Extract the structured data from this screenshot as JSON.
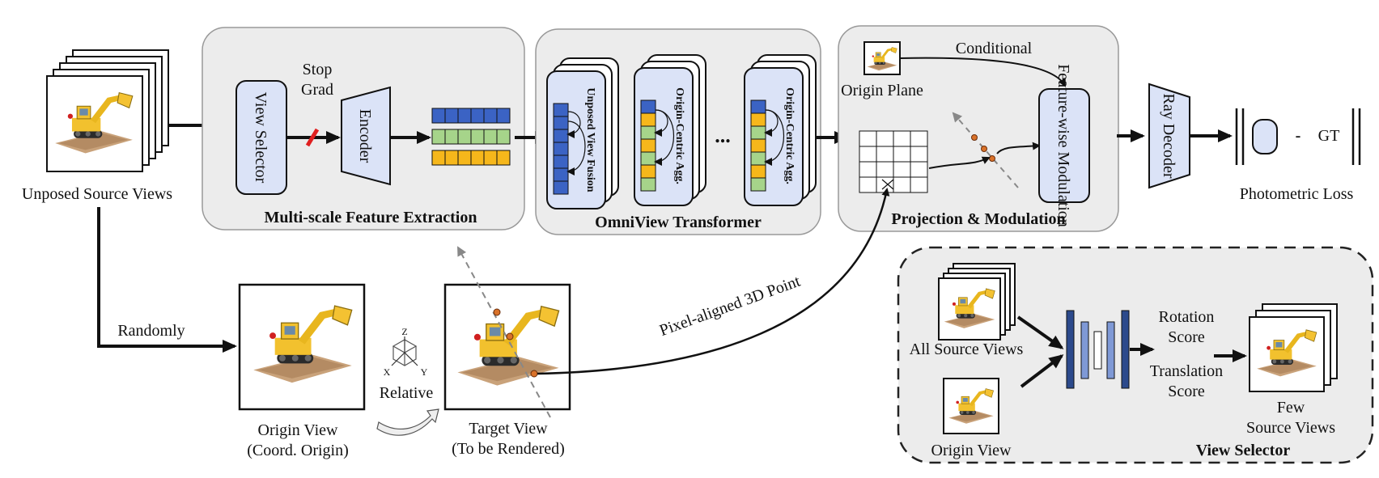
{
  "source": {
    "label": "Unposed Source Views",
    "randomly": "Randomly"
  },
  "mfe": {
    "title": "Multi-scale Feature Extraction",
    "view_selector": "View Selector",
    "stop_grad": [
      "Stop",
      "Grad"
    ],
    "encoder": "Encoder"
  },
  "omni": {
    "title": "OmniView Transformer",
    "block1": "Unposed View Fusion",
    "block2": "Origin-Centric Agg.",
    "block3": "Origin-Centric Agg.",
    "ellipsis": "..."
  },
  "proj": {
    "title": "Projection & Modulation",
    "origin_plane": "Origin Plane",
    "conditional": "Conditional",
    "modulation": "Feature-wise Modulation"
  },
  "decoder": {
    "label": "Ray Decoder",
    "gt": "GT",
    "dash": "-",
    "loss": "Photometric Loss"
  },
  "origin_view": {
    "line1": "Origin View",
    "line2": "(Coord. Origin)"
  },
  "relative": {
    "label": "Relative",
    "axis_z": "Z",
    "axis_x": "X",
    "axis_y": "Y"
  },
  "target_view": {
    "line1": "Target View",
    "line2": "(To be Rendered)"
  },
  "pixel_point": "Pixel-aligned 3D Point",
  "view_selector_panel": {
    "title": "View Selector",
    "all_sources": "All Source Views",
    "origin_view": "Origin View",
    "rotation": [
      "Rotation",
      "Score"
    ],
    "translation": [
      "Translation",
      "Score"
    ],
    "few_sources": [
      "Few",
      "Source Views"
    ]
  },
  "colors": {
    "blue": "#3b63c4",
    "green": "#a6d48a",
    "yellow": "#f6b71b",
    "light_blue": "#dbe3f7",
    "panel_gray": "#ececec",
    "dark_navy": "#2c4a8c",
    "red_mark": "#e02020"
  },
  "icons": [
    "excavator-image",
    "axis-triad-icon",
    "curved-arrow-icon"
  ]
}
